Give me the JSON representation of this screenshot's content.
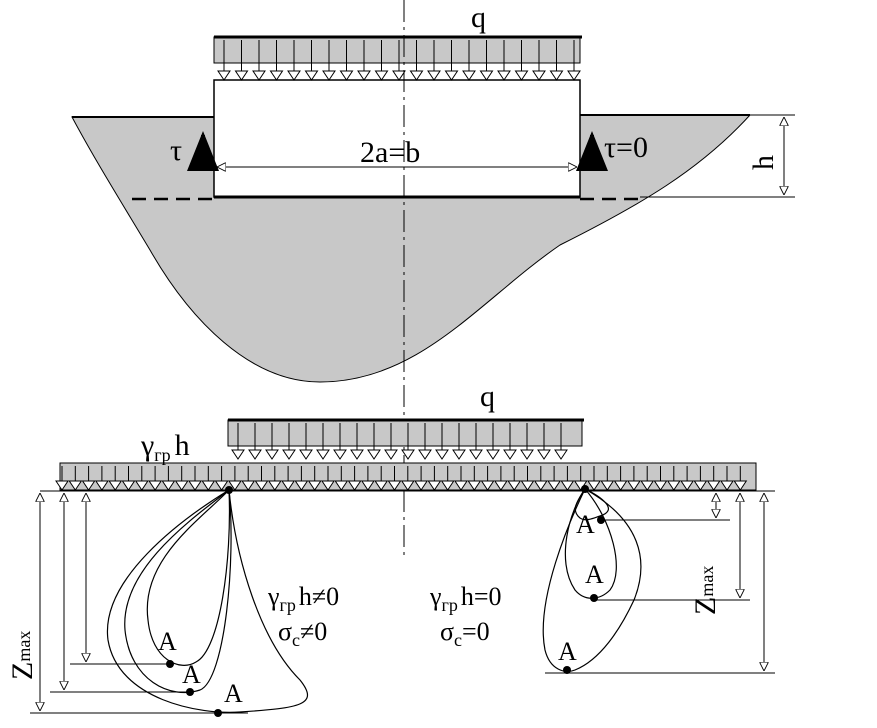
{
  "top": {
    "load_label": "q",
    "width_label": "2a=b",
    "depth_label": "h",
    "shear_left": "τ",
    "shear_right": "τ=0"
  },
  "bottom": {
    "load_label": "q",
    "soil_load": {
      "main": "γ",
      "sub": "гр",
      "tail": "h"
    },
    "left_case": {
      "line1": {
        "main": "γ",
        "sub": "гр",
        "tail": "h≠0"
      },
      "line2": {
        "main": "σ",
        "sub": "c",
        "tail": "≠0"
      }
    },
    "right_case": {
      "line1": {
        "main": "γ",
        "sub": "гр",
        "tail": "h=0"
      },
      "line2": {
        "main": "σ",
        "sub": "c",
        "tail": "=0"
      }
    },
    "zmax_left": {
      "main": "Z",
      "sub": "max"
    },
    "zmax_right": {
      "main": "Z",
      "sub": "max"
    },
    "point_label": "A"
  }
}
